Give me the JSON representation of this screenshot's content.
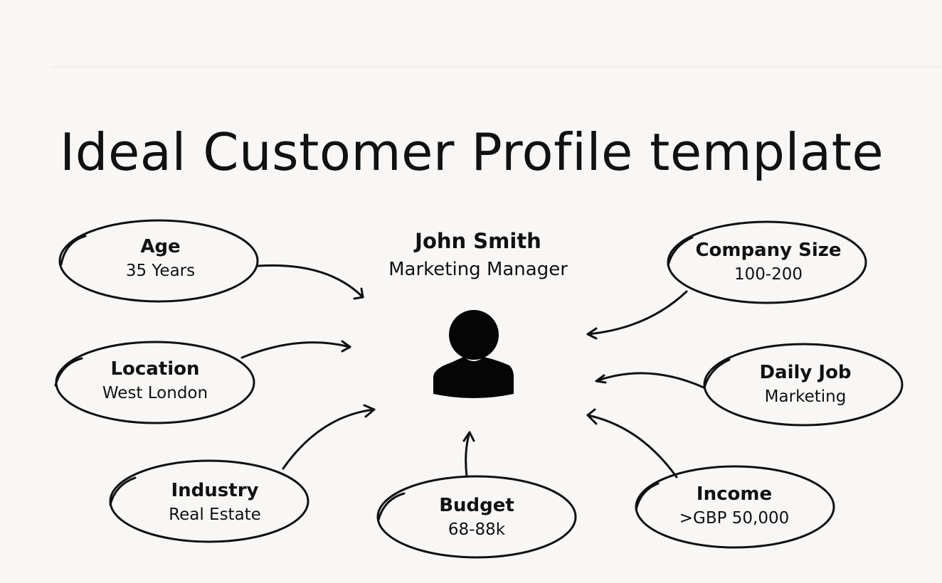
{
  "title": "Ideal Customer Profile template",
  "person": {
    "name": "John Smith",
    "role": "Marketing Manager",
    "icon": "person-icon"
  },
  "attributes": [
    {
      "label": "Age",
      "value": "35 Years"
    },
    {
      "label": "Location",
      "value": "West London"
    },
    {
      "label": "Industry",
      "value": "Real Estate"
    },
    {
      "label": "Budget",
      "value": "68-88k"
    },
    {
      "label": "Income",
      "value": ">GBP 50,000"
    },
    {
      "label": "Daily Job",
      "value": "Marketing"
    },
    {
      "label": "Company Size",
      "value": "100-200"
    }
  ],
  "colors": {
    "background": "#f8f7f5",
    "ink": "#111111"
  }
}
